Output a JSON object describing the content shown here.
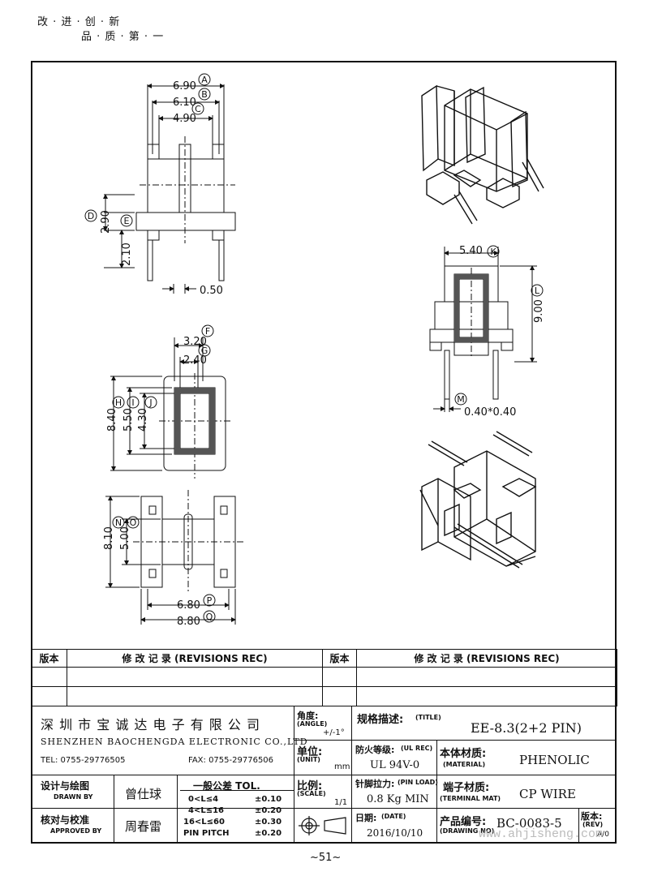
{
  "motto": {
    "line1": "改 · 进 · 创 · 新",
    "line2": "品 · 质 · 第 · 一"
  },
  "dims": {
    "A": {
      "tag": "A",
      "value": "6.90"
    },
    "B": {
      "tag": "B",
      "value": "6.10"
    },
    "C": {
      "tag": "C",
      "value": "4.90"
    },
    "D": {
      "tag": "D",
      "value": "2.90"
    },
    "E": {
      "tag": "E",
      "value": "2.10"
    },
    "pin": {
      "value": "0.50"
    },
    "F": {
      "tag": "F",
      "value": "3.20"
    },
    "G": {
      "tag": "G",
      "value": "2.40"
    },
    "H": {
      "tag": "H",
      "value": "8.40"
    },
    "I": {
      "tag": "I",
      "value": "5.50"
    },
    "J": {
      "tag": "J",
      "value": "4.30"
    },
    "K": {
      "tag": "K",
      "value": "5.40"
    },
    "L": {
      "tag": "L",
      "value": "9.00"
    },
    "M": {
      "tag": "M",
      "value": "0.40*0.40"
    },
    "N": {
      "tag": "N",
      "value": "8.10"
    },
    "O": {
      "tag": "O",
      "value": "5.00"
    },
    "P": {
      "tag": "P",
      "value": "6.80"
    },
    "Q": {
      "tag": "Q",
      "value": "8.80"
    }
  },
  "revisions": {
    "col1": "版本",
    "col2": "修  改  记  录  (REVISIONS REC)",
    "col3": "版本",
    "col4": "修  改  记  录  (REVISIONS REC)"
  },
  "company": {
    "name_cn": "深 圳 市 宝 诚 达 电 子 有 限 公 司",
    "name_en": "SHENZHEN BAOCHENGDA ELECTRONIC CO.,LTD",
    "tel": "TEL: 0755-29776505",
    "fax": "FAX: 0755-29776506"
  },
  "titleblock": {
    "angle_label": "角度:",
    "angle_en": "(ANGLE)",
    "angle_value": "+/-1°",
    "title_label": "规格描述:",
    "title_en": "(TITLE)",
    "title_value": "EE-8.3(2+2 PIN)",
    "unit_label": "单位:",
    "unit_en": "(UNIT)",
    "unit_value": "mm",
    "fire_label": "防火等级:",
    "fire_en": "(UL REC)",
    "fire_value": "UL 94V-0",
    "material_label": "本体材质:",
    "material_en": "(MATERIAL)",
    "material_value": "PHENOLIC",
    "drawn_label": "设计与绘图",
    "drawn_en": "DRAWN BY",
    "drawn_value": "曾仕球",
    "tol_label": "一般公差 TOL.",
    "tol_rows": [
      {
        "range": "0<L≤4",
        "tol": "±0.10"
      },
      {
        "range": "4<L≤16",
        "tol": "±0.20"
      },
      {
        "range": "16<L≤60",
        "tol": "±0.30"
      },
      {
        "range": "PIN PITCH",
        "tol": "±0.20"
      }
    ],
    "scale_label": "比例:",
    "scale_en": "(SCALE)",
    "scale_value": "1/1",
    "pin_load_label": "针脚拉力:",
    "pin_load_en": "(PIN LOAD)",
    "pin_load_value": "0.8 Kg MIN",
    "terminal_label": "端子材质:",
    "terminal_en": "(TERMINAL MAT)",
    "terminal_value": "CP WIRE",
    "approved_label": "核对与校准",
    "approved_en": "APPROVED BY",
    "approved_value": "周春雷",
    "date_label": "日期:",
    "date_en": "(DATE)",
    "date_value": "2016/10/10",
    "drawing_label": "产品编号:",
    "drawing_en": "(DRAWING NO)",
    "drawing_value": "BC-0083-5",
    "rev_label": "版本:",
    "rev_en": "(REV)",
    "rev_value": "A/0"
  },
  "watermark": "www.ahjisheng.com",
  "page_number": "~51~"
}
